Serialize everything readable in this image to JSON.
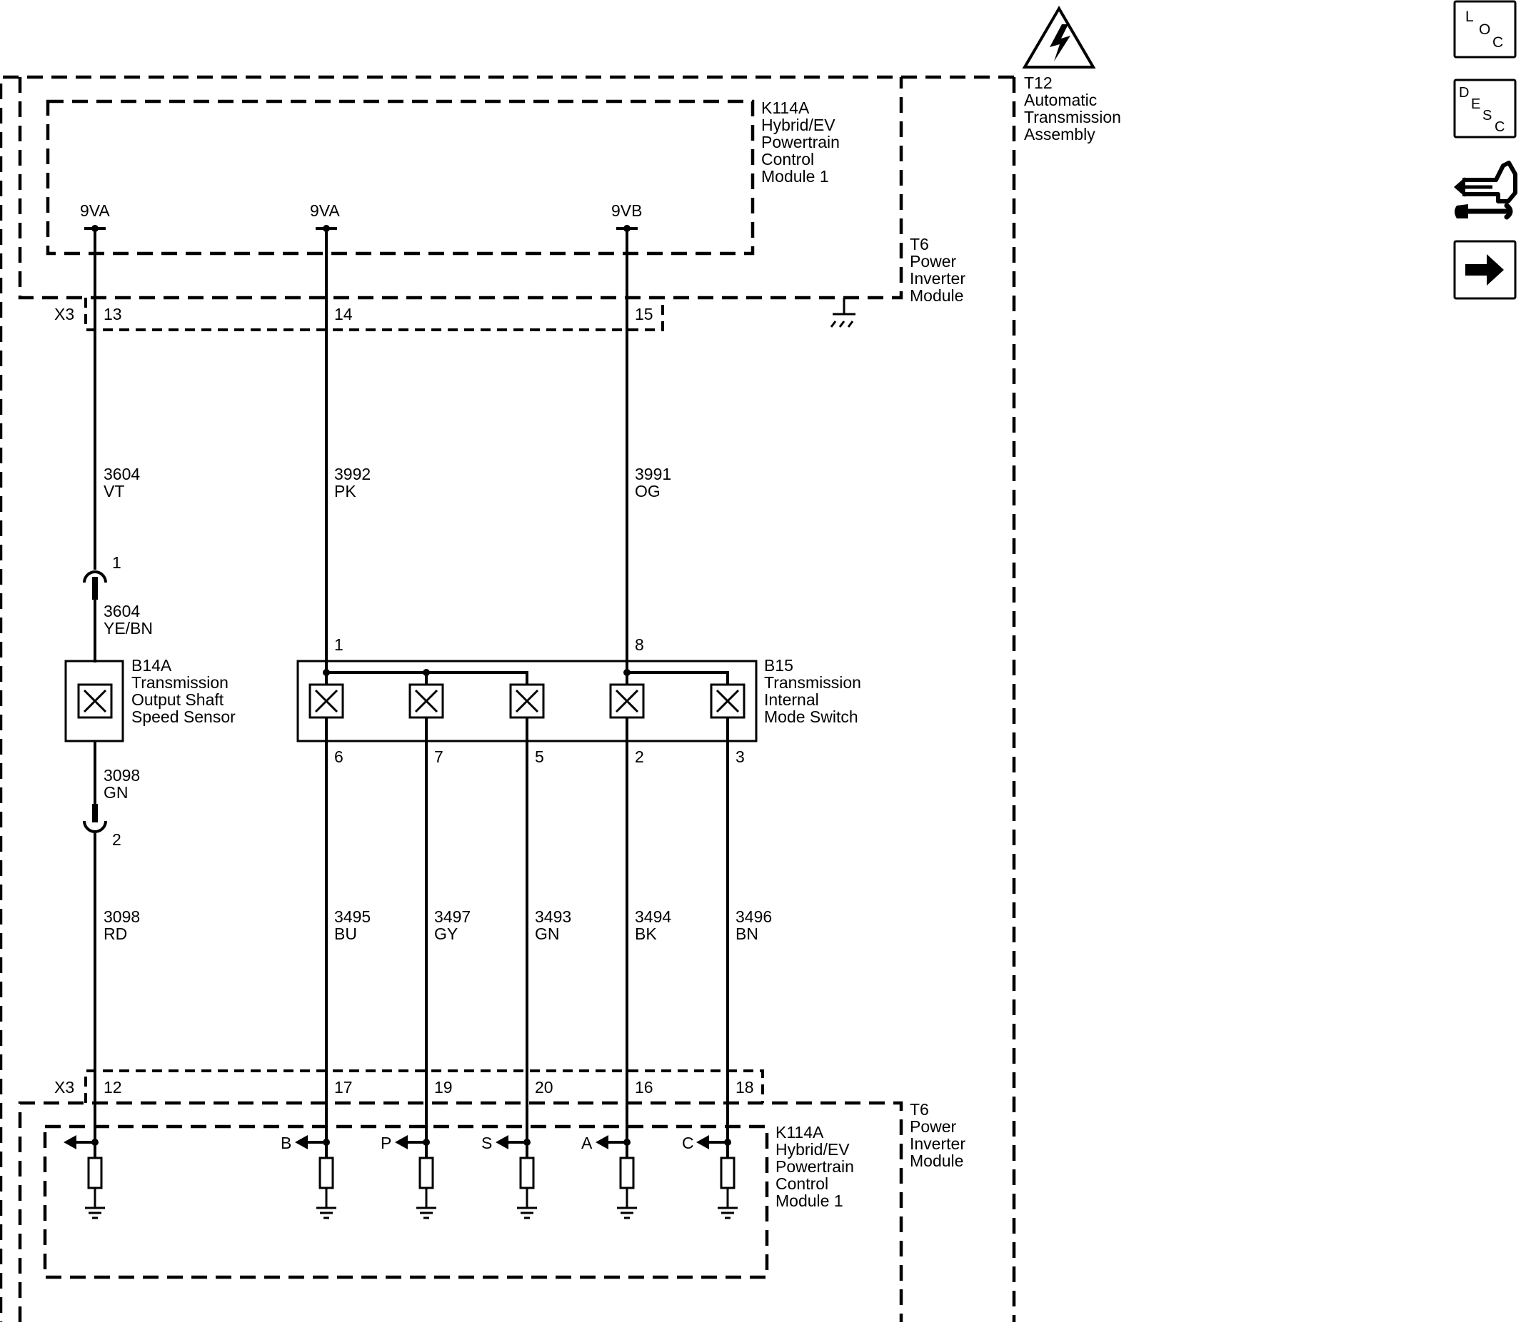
{
  "modules": {
    "assembly": {
      "lines": [
        "T12",
        "Automatic",
        "Transmission",
        "Assembly"
      ]
    },
    "pcm_top": {
      "lines": [
        "K114A",
        "Hybrid/EV",
        "Powertrain",
        "Control",
        "Module 1"
      ]
    },
    "pim_top": {
      "lines": [
        "T6",
        "Power",
        "Inverter",
        "Module"
      ]
    },
    "pim_bottom": {
      "lines": [
        "T6",
        "Power",
        "Inverter",
        "Module"
      ]
    },
    "pcm_bottom": {
      "lines": [
        "K114A",
        "Hybrid/EV",
        "Powertrain",
        "Control",
        "Module 1"
      ]
    },
    "speed_sensor": {
      "lines": [
        "B14A",
        "Transmission",
        "Output Shaft",
        "Speed Sensor"
      ]
    },
    "mode_switch": {
      "lines": [
        "B15",
        "Transmission",
        "Internal",
        "Mode Switch"
      ]
    }
  },
  "supplies": [
    "9VA",
    "9VA",
    "9VB"
  ],
  "connector_top": {
    "name": "X3",
    "pins": [
      "13",
      "14",
      "15"
    ]
  },
  "connector_bottom": {
    "name": "X3",
    "pins": [
      "12",
      "17",
      "19",
      "20",
      "16",
      "18"
    ]
  },
  "upper_wires": [
    {
      "circuit": "3604",
      "color": "VT"
    },
    {
      "circuit": "3992",
      "color": "PK"
    },
    {
      "circuit": "3991",
      "color": "OG"
    }
  ],
  "sensor_harness": {
    "inline_pins": [
      "1",
      "2"
    ],
    "wire_in": {
      "circuit": "3604",
      "color": "YE/BN"
    },
    "wire_out": {
      "circuit": "3098",
      "color": "GN"
    }
  },
  "switch_top_pins": [
    "1",
    "8"
  ],
  "switch_bottom_pins": [
    "6",
    "7",
    "5",
    "2",
    "3"
  ],
  "lower_wires": [
    {
      "circuit": "3098",
      "color": "RD"
    },
    {
      "circuit": "3495",
      "color": "BU"
    },
    {
      "circuit": "3497",
      "color": "GY"
    },
    {
      "circuit": "3493",
      "color": "GN"
    },
    {
      "circuit": "3494",
      "color": "BK"
    },
    {
      "circuit": "3496",
      "color": "BN"
    }
  ],
  "input_letters": [
    "",
    "B",
    "P",
    "S",
    "A",
    "C"
  ],
  "side_buttons": [
    {
      "icon": "loc-icon",
      "letters": [
        "L",
        "O",
        "C"
      ]
    },
    {
      "icon": "desc-icon",
      "letters": [
        "D",
        "E",
        "S",
        "C"
      ]
    },
    {
      "icon": "connector-pinout-icon"
    },
    {
      "icon": "next-arrow-icon"
    }
  ]
}
